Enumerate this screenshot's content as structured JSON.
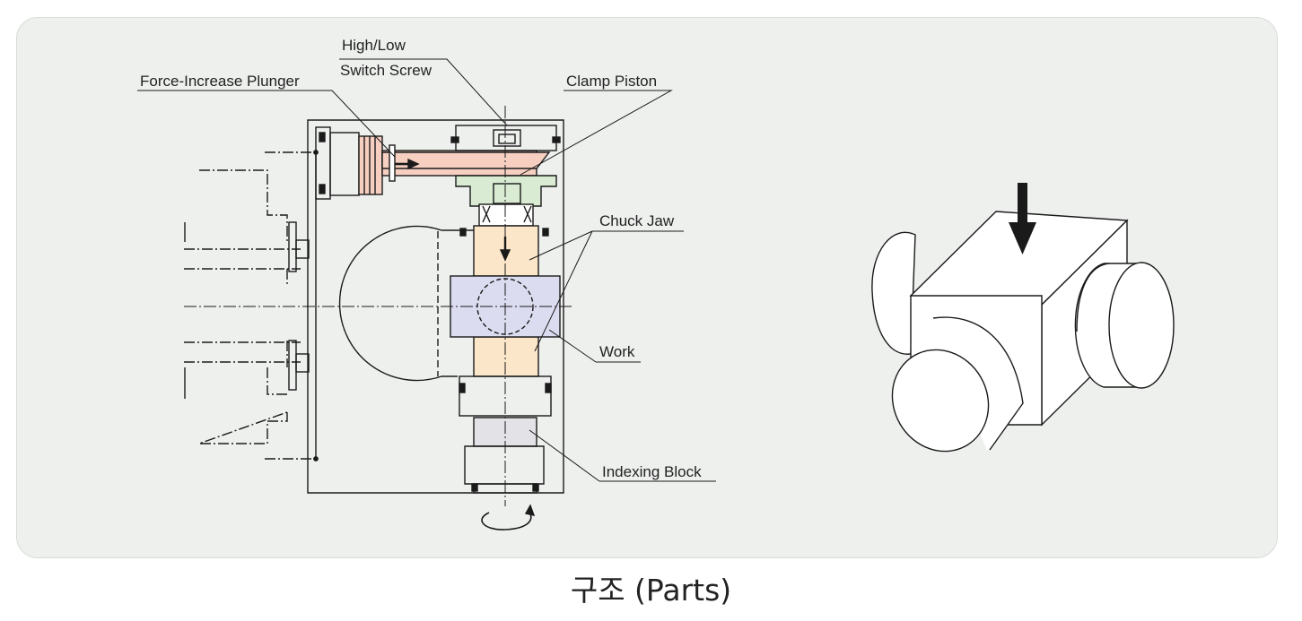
{
  "labels": {
    "high_low_line1": "High/Low",
    "high_low_line2": "Switch Screw",
    "force_plunger": "Force-Increase Plunger",
    "clamp_piston": "Clamp Piston",
    "chuck_jaw": "Chuck Jaw",
    "work": "Work",
    "indexing_block": "Indexing Block"
  },
  "caption": "구조 (Parts)",
  "colors": {
    "plunger_fill": "#f6cfc1",
    "piston_fill": "#d9ecd3",
    "jaw_fill": "#fbe6c9",
    "work_fill": "#dcdcf1",
    "index_fill": "#e3e3e7",
    "panel_bg": "#eef0ee"
  },
  "icons": {
    "clamp_direction": "down-arrow-icon",
    "rotation": "rotation-arrow-icon"
  }
}
